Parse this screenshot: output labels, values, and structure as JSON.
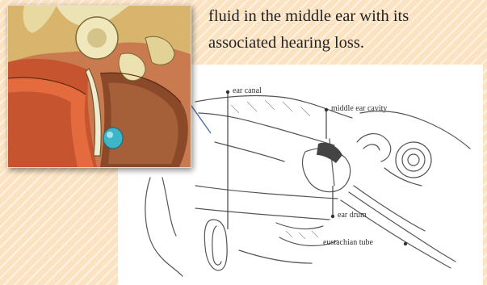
{
  "text": {
    "line1": "fluid in the middle ear with its",
    "line2": "associated hearing loss."
  },
  "diagram": {
    "labels": {
      "ear_canal": "ear canal",
      "middle_ear_cavity": "middle ear cavity",
      "ear_drum": "ear drum",
      "eustachian_tube": "eustachian tube"
    }
  },
  "colors": {
    "background": "#fbe3c2",
    "diagram_bg": "#ffffff",
    "skin": "#d98c5a",
    "bone": "#e9dfa8",
    "fluid_blob": "#3fb6c8"
  }
}
